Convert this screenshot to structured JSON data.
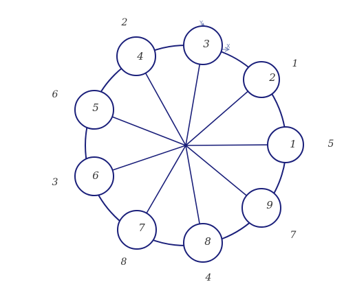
{
  "nodes": [
    {
      "id": "node-1",
      "label": "1",
      "outer": "5"
    },
    {
      "id": "node-2",
      "label": "2",
      "outer": "1"
    },
    {
      "id": "node-3",
      "label": "3",
      "outer": ""
    },
    {
      "id": "node-4",
      "label": "4",
      "outer": "2"
    },
    {
      "id": "node-5",
      "label": "5",
      "outer": "6"
    },
    {
      "id": "node-6",
      "label": "6",
      "outer": "3"
    },
    {
      "id": "node-7",
      "label": "7",
      "outer": "8"
    },
    {
      "id": "node-8",
      "label": "8",
      "outer": "4"
    },
    {
      "id": "node-9",
      "label": "9",
      "outer": "7"
    }
  ],
  "axes": {
    "y_label": "Y",
    "x_label": "X"
  },
  "colors": {
    "stroke": "#1a1f7a",
    "text": "#333333"
  }
}
